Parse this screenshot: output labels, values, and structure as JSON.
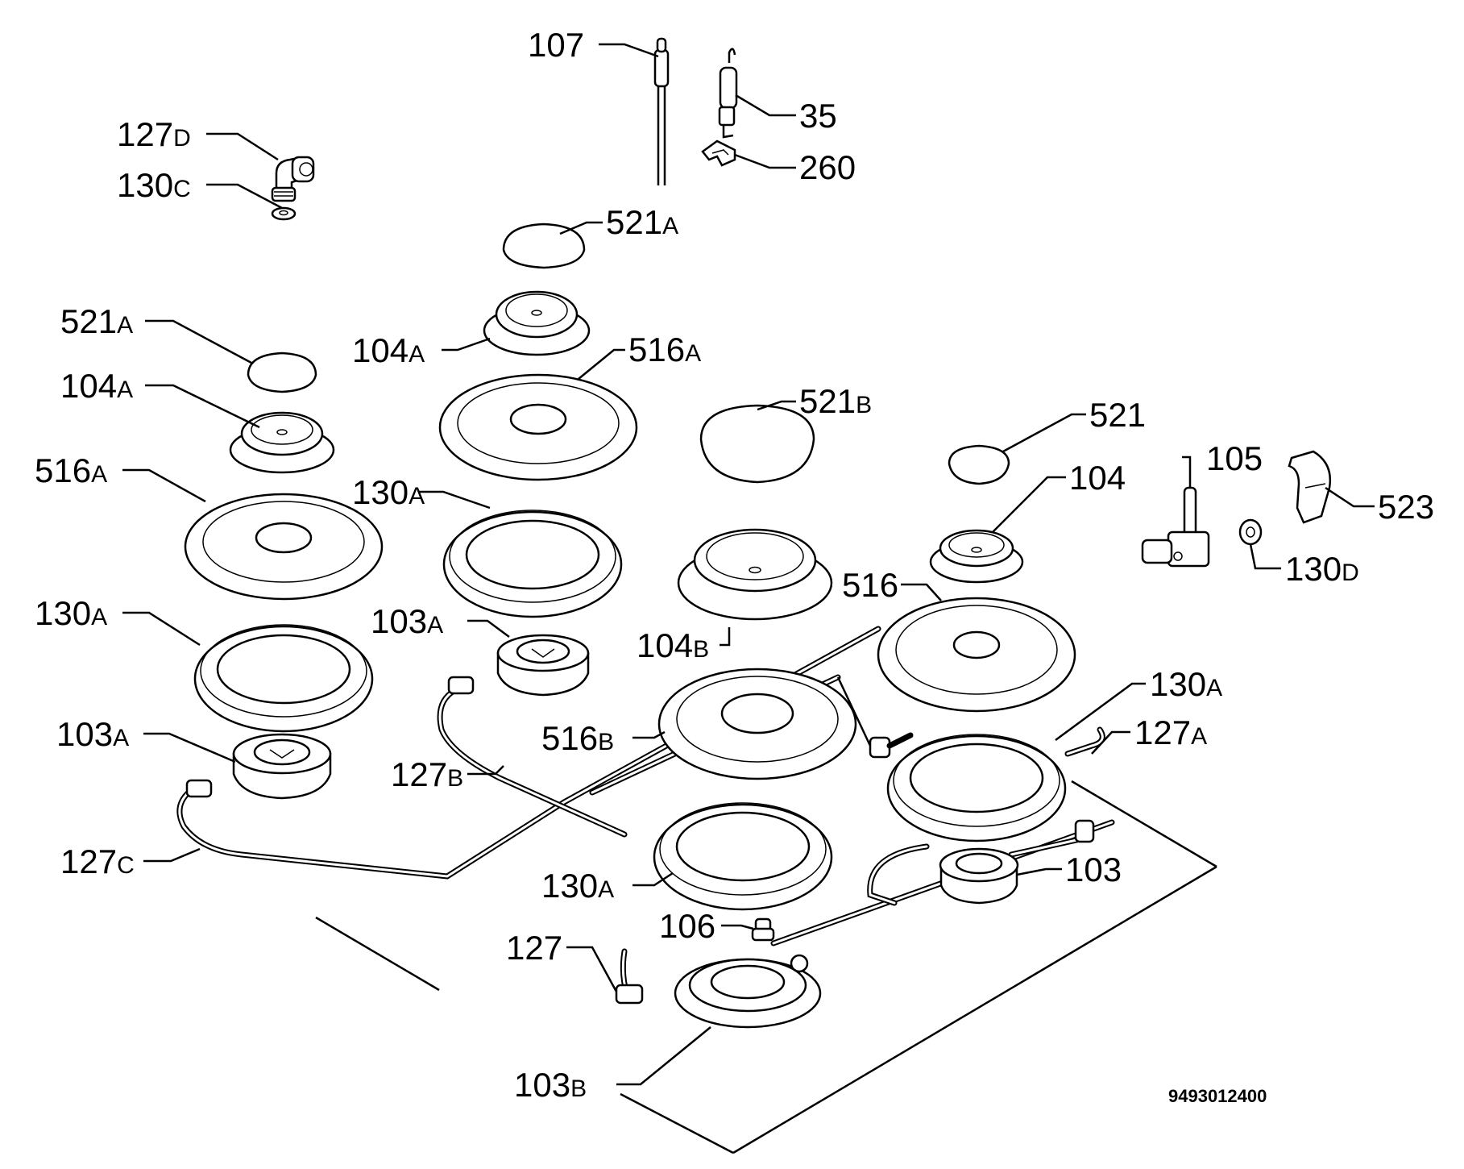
{
  "labels": {
    "l107": {
      "num": "107",
      "sfx": ""
    },
    "l35": {
      "num": "35",
      "sfx": ""
    },
    "l260": {
      "num": "260",
      "sfx": ""
    },
    "l127d": {
      "num": "127",
      "sfx": "D"
    },
    "l130c": {
      "num": "130",
      "sfx": "C"
    },
    "l521a_top": {
      "num": "521",
      "sfx": "A"
    },
    "l521a_left": {
      "num": "521",
      "sfx": "A"
    },
    "l104a_mid": {
      "num": "104",
      "sfx": "A"
    },
    "l516a_mid": {
      "num": "516",
      "sfx": "A"
    },
    "l104a_left": {
      "num": "104",
      "sfx": "A"
    },
    "l521b": {
      "num": "521",
      "sfx": "B"
    },
    "l521": {
      "num": "521",
      "sfx": ""
    },
    "l105": {
      "num": "105",
      "sfx": ""
    },
    "l516a_left": {
      "num": "516",
      "sfx": "A"
    },
    "l130a_mid": {
      "num": "130",
      "sfx": "A"
    },
    "l104": {
      "num": "104",
      "sfx": ""
    },
    "l523": {
      "num": "523",
      "sfx": ""
    },
    "l130d": {
      "num": "130",
      "sfx": "D"
    },
    "l516": {
      "num": "516",
      "sfx": ""
    },
    "l130a_left": {
      "num": "130",
      "sfx": "A"
    },
    "l103a_mid": {
      "num": "103",
      "sfx": "A"
    },
    "l104b": {
      "num": "104",
      "sfx": "B"
    },
    "l130a_right": {
      "num": "130",
      "sfx": "A"
    },
    "l103a_left": {
      "num": "103",
      "sfx": "A"
    },
    "l516b": {
      "num": "516",
      "sfx": "B"
    },
    "l127a": {
      "num": "127",
      "sfx": "A"
    },
    "l127b": {
      "num": "127",
      "sfx": "B"
    },
    "l127c": {
      "num": "127",
      "sfx": "C"
    },
    "l103": {
      "num": "103",
      "sfx": ""
    },
    "l130a_bottom": {
      "num": "130",
      "sfx": "A"
    },
    "l106": {
      "num": "106",
      "sfx": ""
    },
    "l127": {
      "num": "127",
      "sfx": ""
    },
    "l103b": {
      "num": "103",
      "sfx": "B"
    }
  },
  "drawing_code": "9493012400"
}
